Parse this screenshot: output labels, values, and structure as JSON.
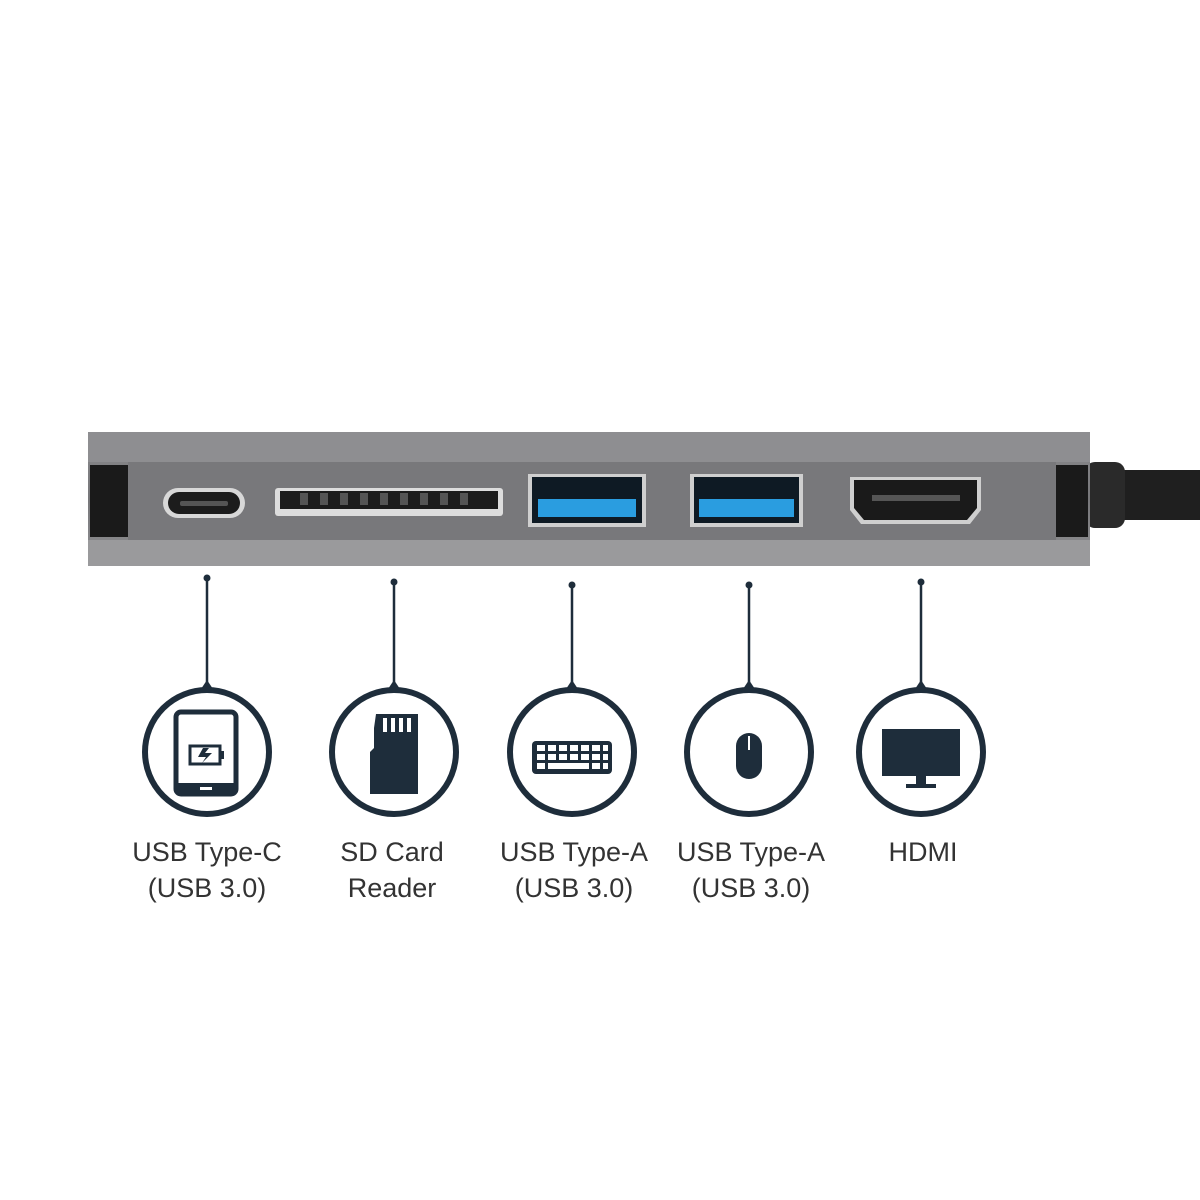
{
  "ports": [
    {
      "name": "USB Type-C",
      "line1": "USB Type-C",
      "line2": "(USB 3.0)",
      "icon": "phone-charging-icon"
    },
    {
      "name": "SD Card Reader",
      "line1": "SD Card",
      "line2": "Reader",
      "icon": "sd-card-icon"
    },
    {
      "name": "USB Type-A",
      "line1": "USB Type-A",
      "line2": "(USB 3.0)",
      "icon": "keyboard-icon"
    },
    {
      "name": "USB Type-A",
      "line1": "USB Type-A",
      "line2": "(USB 3.0)",
      "icon": "mouse-icon"
    },
    {
      "name": "HDMI",
      "line1": "HDMI",
      "line2": "",
      "icon": "monitor-icon"
    }
  ],
  "colors": {
    "icon": "#1e2d3b",
    "hub": "#7d7d80",
    "usb_blue": "#2a9de0",
    "text": "#333333"
  }
}
